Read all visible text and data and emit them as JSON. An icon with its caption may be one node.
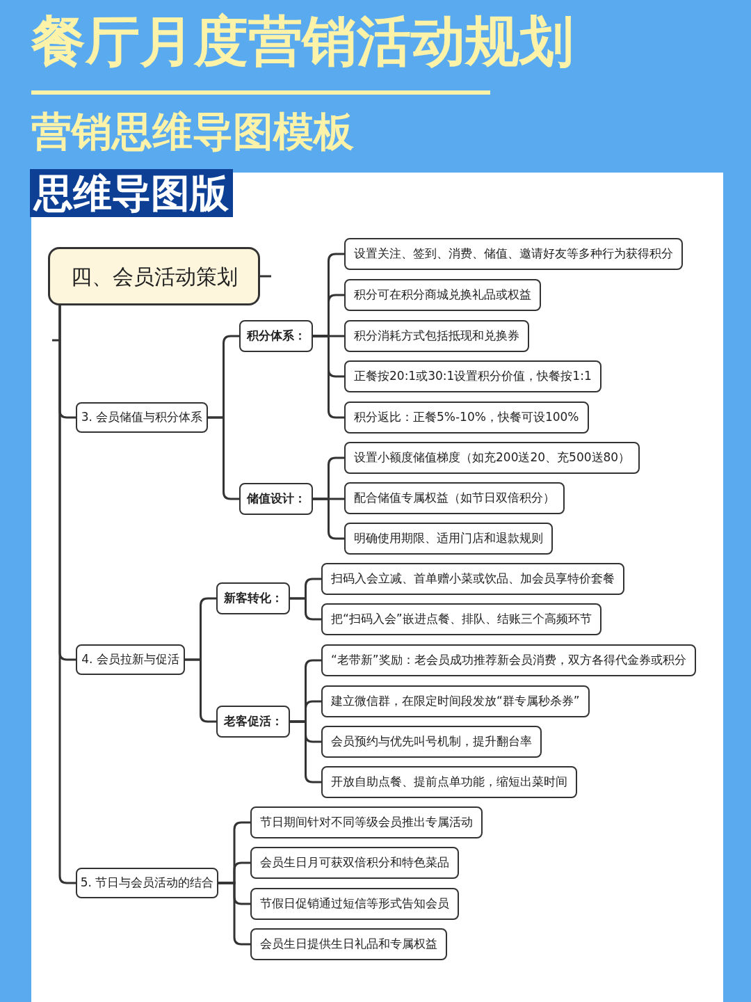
{
  "diagram": {
    "title": "餐厅月度营销活动规划",
    "nodes": [
      {
        "text": [
          "四、会员活动策划"
        ]
      },
      {
        "text": [
          "3. 会员储值与积分体系"
        ]
      },
      {
        "text": [
          "积分体系："
        ]
      },
      {
        "text": [
          "设置关注、签到、消费、储值、邀请好友等多种行为获得积分"
        ]
      },
      {
        "text": [
          "积分可在积分商城兑换礼品或权益"
        ]
      },
      {
        "text": [
          "积分消耗方式包括抵现和兑换券"
        ]
      },
      {
        "text": [
          "正餐按20:1或30:1设置积分价值，快餐按1:1"
        ]
      },
      {
        "text": [
          "积分返比：正餐5%-10%，快餐可设100%"
        ]
      },
      {
        "text": [
          "储值设计："
        ]
      },
      {
        "text": [
          "设置小额度储值梯度（如充200送20、充500送80）"
        ]
      },
      {
        "text": [
          "配合储值专属权益（如节日双倍积分）"
        ]
      },
      {
        "text": [
          "明确使用期限、适用门店和退款规则"
        ]
      },
      {
        "text": [
          "4. 会员拉新与促活"
        ]
      },
      {
        "text": [
          "新客转化："
        ]
      },
      {
        "text": [
          "扫码入会立减、首单赠小菜或饮品、加会员享特价套餐"
        ]
      },
      {
        "text": [
          "把“扫码入会”嵌进点餐、排队、结账三个高频环节"
        ]
      },
      {
        "text": [
          "老客促活："
        ]
      },
      {
        "text": [
          "“老带新”奖励：老会员成功推荐新会员消费，双方各得代金券或积分"
        ]
      },
      {
        "text": [
          "建立微信群，在限定时间段发放“群专属秒杀券”"
        ]
      },
      {
        "text": [
          "会员预约与优先叫号机制，提升翻台率"
        ]
      },
      {
        "text": [
          "开放自助点餐、提前点单功能，缩短出菜时间"
        ]
      },
      {
        "text": [
          "5. 节日与会员活动的结合"
        ]
      },
      {
        "text": [
          "节日期间针对不同等级会员推出专属活动"
        ]
      },
      {
        "text": [
          "会员生日月可获双倍积分和特色菜品"
        ]
      },
      {
        "text": [
          "节假日促销通过短信等形式告知会员"
        ]
      },
      {
        "text": [
          "会员生日提供生日礼品和专属权益"
        ]
      }
    ],
    "edges": [
      {
        "from": 0,
        "to": 1,
        "arrow": "none"
      },
      {
        "from": 1,
        "to": 2,
        "arrow": "none"
      },
      {
        "from": 2,
        "to": 3,
        "arrow": "none"
      },
      {
        "from": 2,
        "to": 4,
        "arrow": "none"
      },
      {
        "from": 2,
        "to": 5,
        "arrow": "none"
      },
      {
        "from": 2,
        "to": 6,
        "arrow": "none"
      },
      {
        "from": 2,
        "to": 7,
        "arrow": "none"
      },
      {
        "from": 1,
        "to": 8,
        "arrow": "none"
      },
      {
        "from": 8,
        "to": 9,
        "arrow": "none"
      },
      {
        "from": 8,
        "to": 10,
        "arrow": "none"
      },
      {
        "from": 8,
        "to": 11,
        "arrow": "none"
      },
      {
        "from": 0,
        "to": 12,
        "arrow": "none"
      },
      {
        "from": 12,
        "to": 13,
        "arrow": "none"
      },
      {
        "from": 13,
        "to": 14,
        "arrow": "none"
      },
      {
        "from": 13,
        "to": 15,
        "arrow": "none"
      },
      {
        "from": 12,
        "to": 16,
        "arrow": "none"
      },
      {
        "from": 16,
        "to": 17,
        "arrow": "none"
      },
      {
        "from": 16,
        "to": 18,
        "arrow": "none"
      },
      {
        "from": 16,
        "to": 19,
        "arrow": "none"
      },
      {
        "from": 16,
        "to": 20,
        "arrow": "none"
      },
      {
        "from": 0,
        "to": 21,
        "arrow": "none"
      },
      {
        "from": 21,
        "to": 22,
        "arrow": "none"
      },
      {
        "from": 21,
        "to": 23,
        "arrow": "none"
      },
      {
        "from": 21,
        "to": 24,
        "arrow": "none"
      },
      {
        "from": 21,
        "to": 25,
        "arrow": "none"
      }
    ],
    "labels": [
      "营销思维导图模板",
      "思维导图版"
    ]
  }
}
